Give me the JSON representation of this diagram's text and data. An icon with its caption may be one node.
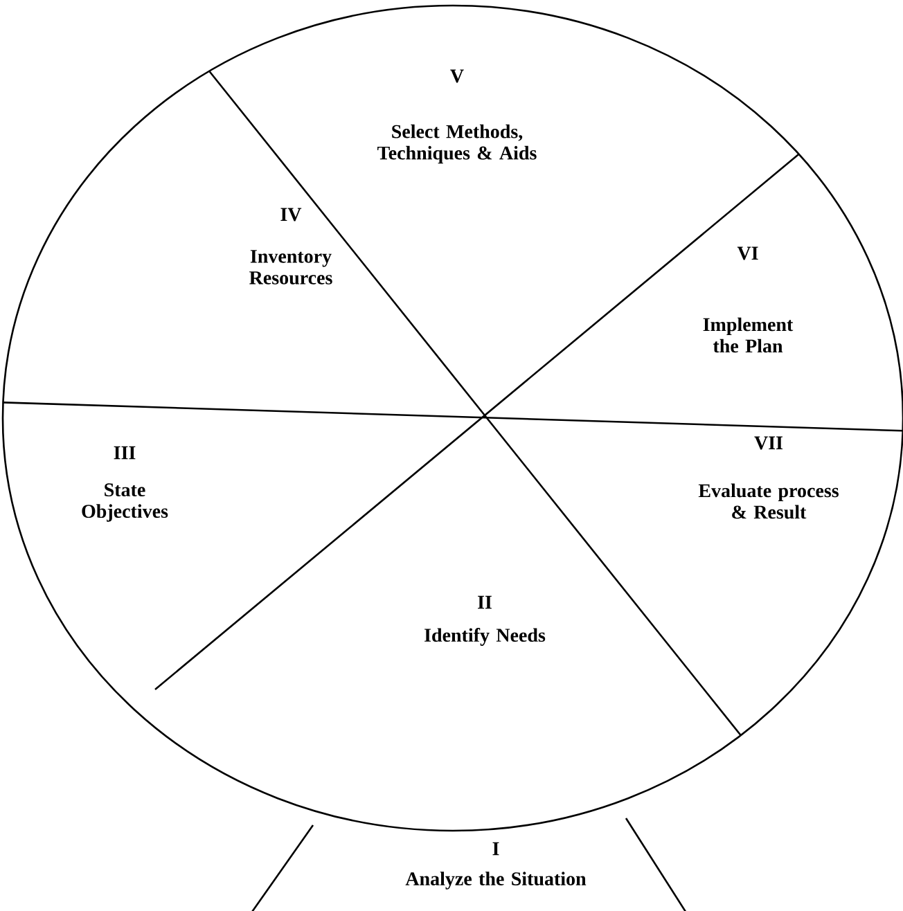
{
  "diagram": {
    "nodes": [
      {
        "text": [
          "V",
          "Select Methods, Techniques & Aids"
        ]
      },
      {
        "text": [
          "IV",
          "Inventory Resources"
        ]
      },
      {
        "text": [
          "VI",
          "Implement the Plan"
        ]
      },
      {
        "text": [
          "III",
          "State Objectives"
        ]
      },
      {
        "text": [
          "VII",
          "Evaluate process & Result"
        ]
      },
      {
        "text": [
          "II",
          "Identify Needs"
        ]
      },
      {
        "text": [
          "I",
          "Analyze the Situation"
        ]
      }
    ]
  }
}
